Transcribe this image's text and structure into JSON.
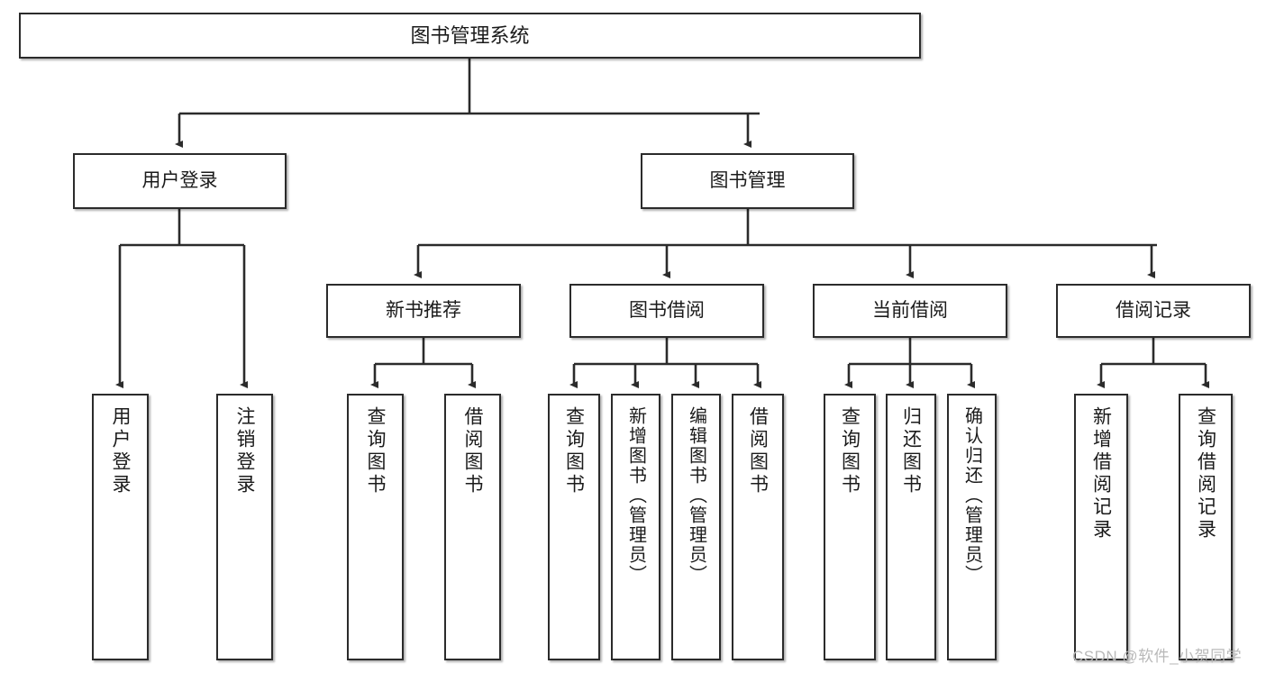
{
  "diagram": {
    "title": "图书管理系统",
    "type": "function-structure-tree",
    "orientation": "top-down",
    "style": {
      "box_fill": "#ffffff",
      "box_stroke": "#2b2b2b",
      "edge_color": "#2b2b2b",
      "text_color": "#1b1b1b",
      "background": "#ffffff",
      "watermark_color": "#b9b9b9"
    }
  },
  "nodes": {
    "root": {
      "id": "root",
      "label": "图书管理系统",
      "level": 1,
      "orientation": "horizontal"
    },
    "l2": [
      {
        "id": "user-login",
        "label": "用户登录",
        "level": 2,
        "orientation": "horizontal"
      },
      {
        "id": "book-manage",
        "label": "图书管理",
        "level": 2,
        "orientation": "horizontal"
      }
    ],
    "l3": [
      {
        "id": "new-book-recommend",
        "label": "新书推荐",
        "level": 3,
        "orientation": "horizontal",
        "parent": "book-manage"
      },
      {
        "id": "book-borrow",
        "label": "图书借阅",
        "level": 3,
        "orientation": "horizontal",
        "parent": "book-manage"
      },
      {
        "id": "current-borrow",
        "label": "当前借阅",
        "level": 3,
        "orientation": "horizontal",
        "parent": "book-manage"
      },
      {
        "id": "borrow-record",
        "label": "借阅记录",
        "level": 3,
        "orientation": "horizontal",
        "parent": "book-manage"
      }
    ],
    "leaves": [
      {
        "id": "leaf-user-login",
        "label": "用户登录",
        "parent": "user-login",
        "orientation": "vertical"
      },
      {
        "id": "leaf-logout",
        "label": "注销登录",
        "parent": "user-login",
        "orientation": "vertical"
      },
      {
        "id": "leaf-query-book-1",
        "label": "查询图书",
        "parent": "new-book-recommend",
        "orientation": "vertical"
      },
      {
        "id": "leaf-borrow-book-1",
        "label": "借阅图书",
        "parent": "new-book-recommend",
        "orientation": "vertical"
      },
      {
        "id": "leaf-query-book-2",
        "label": "查询图书",
        "parent": "book-borrow",
        "orientation": "vertical"
      },
      {
        "id": "leaf-add-book",
        "label": "新增图书（管理员）",
        "parent": "book-borrow",
        "orientation": "vertical"
      },
      {
        "id": "leaf-edit-book",
        "label": "编辑图书（管理员）",
        "parent": "book-borrow",
        "orientation": "vertical"
      },
      {
        "id": "leaf-borrow-book-2",
        "label": "借阅图书",
        "parent": "book-borrow",
        "orientation": "vertical"
      },
      {
        "id": "leaf-query-book-3",
        "label": "查询图书",
        "parent": "current-borrow",
        "orientation": "vertical"
      },
      {
        "id": "leaf-return-book",
        "label": "归还图书",
        "parent": "current-borrow",
        "orientation": "vertical"
      },
      {
        "id": "leaf-confirm-return",
        "label": "确认归还（管理员）",
        "parent": "current-borrow",
        "orientation": "vertical"
      },
      {
        "id": "leaf-add-record",
        "label": "新增借阅记录",
        "parent": "borrow-record",
        "orientation": "vertical"
      },
      {
        "id": "leaf-query-record",
        "label": "查询借阅记录",
        "parent": "borrow-record",
        "orientation": "vertical"
      }
    ]
  },
  "watermark": {
    "text": "CSDN @软件_小贺同学"
  }
}
